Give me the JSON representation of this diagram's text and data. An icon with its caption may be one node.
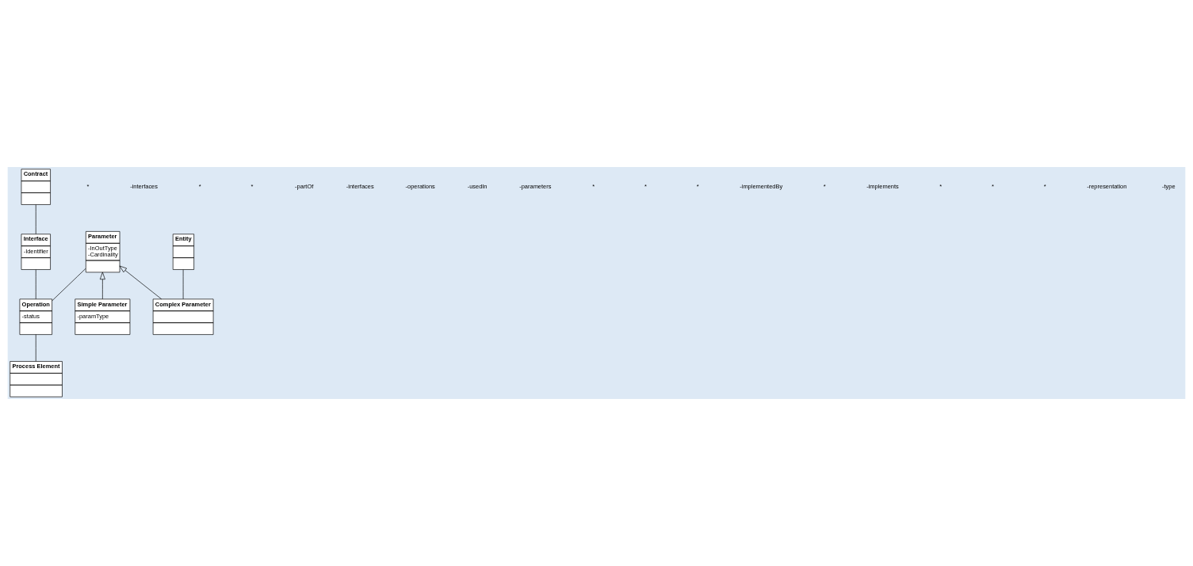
{
  "diagram": {
    "nodes": [
      {
        "text": [
          "Contract"
        ]
      },
      {
        "text": [
          "Interface",
          "-Identifier"
        ]
      },
      {
        "text": [
          "Operation",
          "-status"
        ]
      },
      {
        "text": [
          "Parameter",
          "-InOutType",
          "-Cardinality"
        ]
      },
      {
        "text": [
          "Process Element"
        ]
      },
      {
        "text": [
          "Entity"
        ]
      },
      {
        "text": [
          "Simple Parameter",
          "-paramType"
        ]
      },
      {
        "text": [
          "Complex Parameter"
        ]
      }
    ],
    "edges": [
      {
        "from": 1,
        "to": 0,
        "arrow": "none"
      },
      {
        "from": 2,
        "to": 1,
        "arrow": "none"
      },
      {
        "from": 2,
        "to": 3,
        "arrow": "none"
      },
      {
        "from": 4,
        "to": 2,
        "arrow": "none"
      },
      {
        "from": 6,
        "to": 3,
        "arrow": "to"
      },
      {
        "from": 7,
        "to": 3,
        "arrow": "to"
      },
      {
        "from": 7,
        "to": 5,
        "arrow": "none"
      }
    ],
    "labels": [
      "*",
      "-interfaces",
      "*",
      "*",
      "-partOf",
      "-interfaces",
      "-operations",
      "-usedIn",
      "-parameters",
      "*",
      "*",
      "*",
      "-implementedBy",
      "*",
      "-implements",
      "*",
      "*",
      "*",
      "-representation",
      "-type"
    ]
  }
}
